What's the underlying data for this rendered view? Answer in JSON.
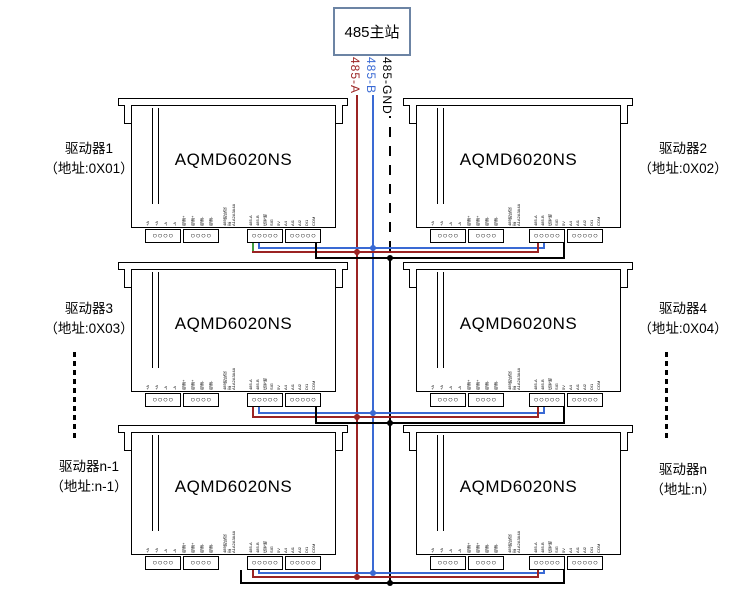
{
  "master": {
    "title": "485主站"
  },
  "bus": {
    "labels": {
      "a": "485-A",
      "b": "485-B",
      "gnd": "485-GND"
    }
  },
  "colors": {
    "bus_a": "#9b2323",
    "bus_b": "#3a6ad4",
    "bus_gnd": "#000000",
    "stub_green": "#3f9e3f",
    "master_border": "#6c84a4"
  },
  "drivers": [
    {
      "model": "AQMD6020NS",
      "name": "驱动器1",
      "addr": "（地址:0X01）"
    },
    {
      "model": "AQMD6020NS",
      "name": "驱动器2",
      "addr": "（地址:0X02）"
    },
    {
      "model": "AQMD6020NS",
      "name": "驱动器3",
      "addr": "（地址:0X03）"
    },
    {
      "model": "AQMD6020NS",
      "name": "驱动器4",
      "addr": "（地址:0X04）"
    },
    {
      "model": "AQMD6020NS",
      "name": "驱动器n-1",
      "addr": "（地址:n-1）"
    },
    {
      "model": "AQMD6020NS",
      "name": "驱动器n",
      "addr": "（地址:n）"
    }
  ],
  "pins": {
    "power_group1": [
      "+A",
      "+A",
      "-A",
      "-A"
    ],
    "power_group2": [
      "电源+",
      "电源+",
      "电源-",
      "电源-"
    ],
    "dip_note": "485地址设定 A1A2A3A4A5A6A7A8",
    "signal_group1": [
      "485-A",
      "485-B",
      "信号地",
      "SIG",
      "5V"
    ],
    "signal_group2": [
      "A4",
      "AI1",
      "AI2",
      "DI1",
      "COM"
    ]
  },
  "glyphs": {
    "screw4": "○○○○",
    "screw5": "○○○○○"
  }
}
